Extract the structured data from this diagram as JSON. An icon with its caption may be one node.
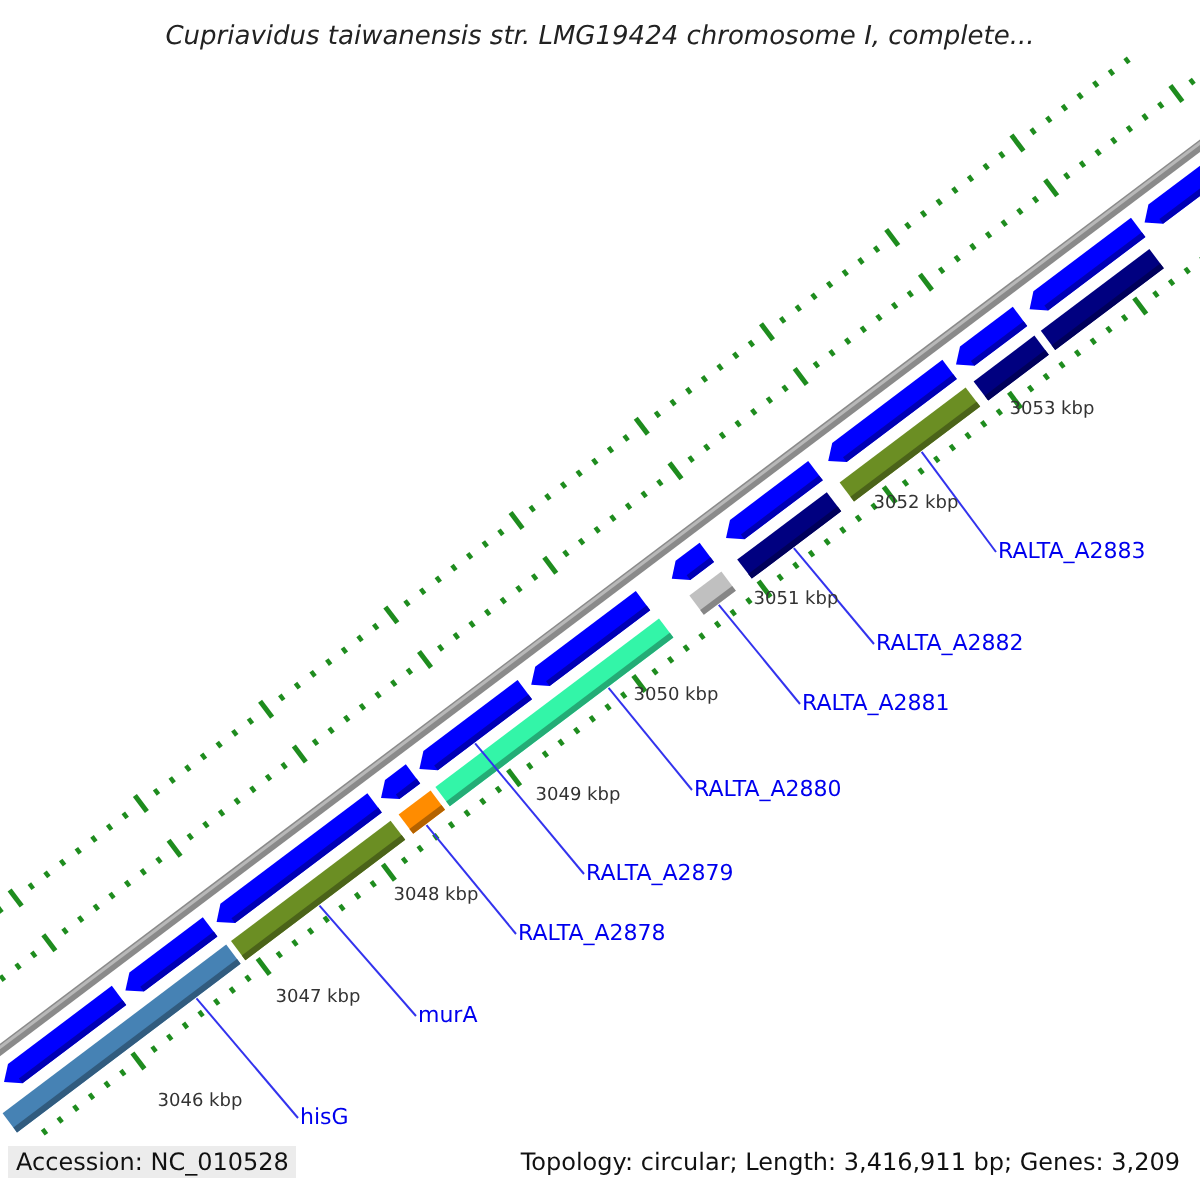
{
  "diagram": {
    "title": "Cupriavidus taiwanensis str. LMG19424 chromosome I, complete...",
    "nodes": [
      {
        "text": [
          "hisG"
        ]
      },
      {
        "text": [
          "murA"
        ]
      },
      {
        "text": [
          "RALTA_A2878"
        ]
      },
      {
        "text": [
          "RALTA_A2879"
        ]
      },
      {
        "text": [
          "RALTA_A2880"
        ]
      },
      {
        "text": [
          "RALTA_A2881"
        ]
      },
      {
        "text": [
          "RALTA_A2882"
        ]
      },
      {
        "text": [
          "RALTA_A2883"
        ]
      },
      {
        "text": [],
        "shape": "arrow"
      },
      {
        "text": [],
        "shape": "bar"
      },
      {
        "text": [],
        "shape": "arrow"
      },
      {
        "text": [],
        "shape": "arrow"
      },
      {
        "text": [],
        "shape": "bar"
      },
      {
        "text": [],
        "shape": "arrow"
      },
      {
        "text": [],
        "shape": "bar"
      },
      {
        "text": [],
        "shape": "arrow"
      },
      {
        "text": [],
        "shape": "bar"
      },
      {
        "text": [],
        "shape": "arrow"
      },
      {
        "text": [],
        "shape": "arrow"
      },
      {
        "text": [],
        "shape": "bar"
      },
      {
        "text": [],
        "shape": "bar"
      },
      {
        "text": [],
        "shape": "arrow"
      },
      {
        "text": [],
        "shape": "bar"
      },
      {
        "text": [],
        "shape": "arrow"
      },
      {
        "text": [],
        "shape": "arrow"
      },
      {
        "text": [],
        "shape": "bar"
      },
      {
        "text": [],
        "shape": "bar"
      },
      {
        "text": [],
        "shape": "arrow"
      },
      {
        "text": [],
        "shape": "arrow"
      }
    ],
    "edges": [
      {
        "from": 0,
        "to": 9,
        "arrow": "none"
      },
      {
        "from": 1,
        "to": 12,
        "arrow": "none"
      },
      {
        "from": 2,
        "to": 14,
        "arrow": "none"
      },
      {
        "from": 3,
        "to": 15,
        "arrow": "none"
      },
      {
        "from": 4,
        "to": 16,
        "arrow": "none"
      },
      {
        "from": 5,
        "to": 19,
        "arrow": "none"
      },
      {
        "from": 6,
        "to": 20,
        "arrow": "none"
      },
      {
        "from": 7,
        "to": 22,
        "arrow": "none"
      }
    ],
    "labels": [
      "3046 kbp",
      "3047 kbp",
      "3048 kbp",
      "3049 kbp",
      "3050 kbp",
      "3051 kbp",
      "3052 kbp",
      "3053 kbp",
      "Accession: NC_010528",
      "Topology: circular; Length: 3,416,911 bp; Genes: 3,209"
    ]
  }
}
